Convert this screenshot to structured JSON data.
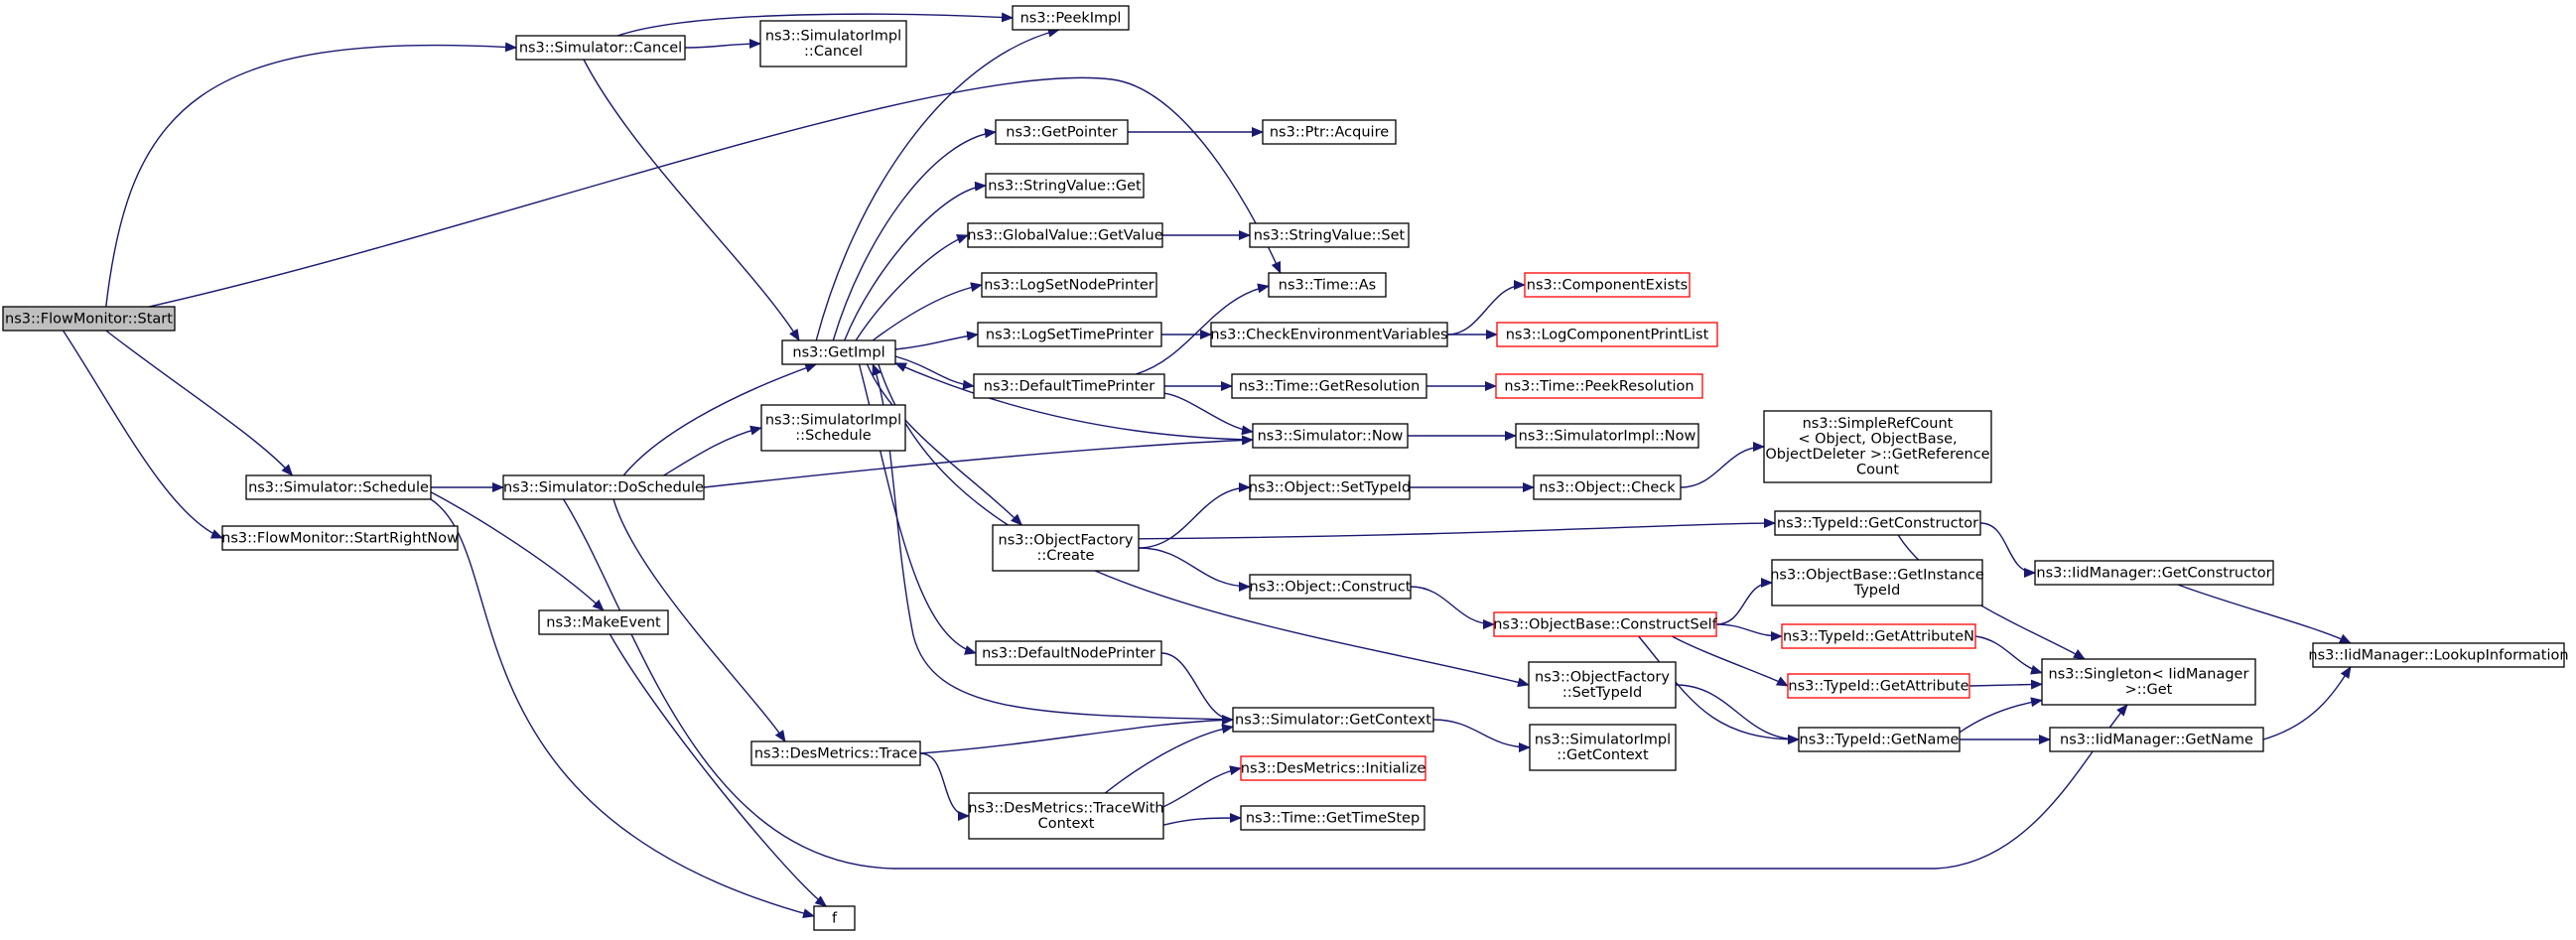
{
  "graph": {
    "nodes": [
      {
        "id": "start",
        "lines": [
          "ns3::FlowMonitor::Start"
        ],
        "style": "root"
      },
      {
        "id": "cancel",
        "lines": [
          "ns3::Simulator::Cancel"
        ]
      },
      {
        "id": "simimplcancel",
        "lines": [
          "ns3::SimulatorImpl",
          "::Cancel"
        ]
      },
      {
        "id": "peekimpl",
        "lines": [
          "ns3::PeekImpl"
        ]
      },
      {
        "id": "getpointer",
        "lines": [
          "ns3::GetPointer"
        ]
      },
      {
        "id": "ptracquire",
        "lines": [
          "ns3::Ptr::Acquire"
        ]
      },
      {
        "id": "stringget",
        "lines": [
          "ns3::StringValue::Get"
        ]
      },
      {
        "id": "globalget",
        "lines": [
          "ns3::GlobalValue::GetValue"
        ]
      },
      {
        "id": "stringset",
        "lines": [
          "ns3::StringValue::Set"
        ]
      },
      {
        "id": "logsetnode",
        "lines": [
          "ns3::LogSetNodePrinter"
        ]
      },
      {
        "id": "timeas",
        "lines": [
          "ns3::Time::As"
        ]
      },
      {
        "id": "compexists",
        "lines": [
          "ns3::ComponentExists"
        ],
        "style": "trunc"
      },
      {
        "id": "getimpl",
        "lines": [
          "ns3::GetImpl"
        ]
      },
      {
        "id": "logsettime",
        "lines": [
          "ns3::LogSetTimePrinter"
        ]
      },
      {
        "id": "checkenv",
        "lines": [
          "ns3::CheckEnvironmentVariables"
        ]
      },
      {
        "id": "logcomp",
        "lines": [
          "ns3::LogComponentPrintList"
        ],
        "style": "trunc"
      },
      {
        "id": "deftime",
        "lines": [
          "ns3::DefaultTimePrinter"
        ]
      },
      {
        "id": "timeres",
        "lines": [
          "ns3::Time::GetResolution"
        ]
      },
      {
        "id": "timepeek",
        "lines": [
          "ns3::Time::PeekResolution"
        ],
        "style": "trunc"
      },
      {
        "id": "simimplsched",
        "lines": [
          "ns3::SimulatorImpl",
          "::Schedule"
        ]
      },
      {
        "id": "simnow",
        "lines": [
          "ns3::Simulator::Now"
        ]
      },
      {
        "id": "simimplnow",
        "lines": [
          "ns3::SimulatorImpl::Now"
        ]
      },
      {
        "id": "simplerefcount",
        "lines": [
          "ns3::SimpleRefCount",
          "< Object, ObjectBase,",
          "ObjectDeleter >::GetReference",
          "Count"
        ]
      },
      {
        "id": "schedule",
        "lines": [
          "ns3::Simulator::Schedule"
        ]
      },
      {
        "id": "doschedule",
        "lines": [
          "ns3::Simulator::DoSchedule"
        ]
      },
      {
        "id": "objsettypeid",
        "lines": [
          "ns3::Object::SetTypeId"
        ]
      },
      {
        "id": "objcheck",
        "lines": [
          "ns3::Object::Check"
        ]
      },
      {
        "id": "startrightnow",
        "lines": [
          "ns3::FlowMonitor::StartRightNow"
        ]
      },
      {
        "id": "objfactcreate",
        "lines": [
          "ns3::ObjectFactory",
          "::Create"
        ]
      },
      {
        "id": "typeidgetctor",
        "lines": [
          "ns3::TypeId::GetConstructor"
        ]
      },
      {
        "id": "iidgetctor",
        "lines": [
          "ns3::IidManager::GetConstructor"
        ]
      },
      {
        "id": "objconstruct",
        "lines": [
          "ns3::Object::Construct"
        ]
      },
      {
        "id": "getinstance",
        "lines": [
          "ns3::ObjectBase::GetInstance",
          "TypeId"
        ]
      },
      {
        "id": "makeevent",
        "lines": [
          "ns3::MakeEvent"
        ]
      },
      {
        "id": "constructself",
        "lines": [
          "ns3::ObjectBase::ConstructSelf"
        ],
        "style": "trunc"
      },
      {
        "id": "getattrn",
        "lines": [
          "ns3::TypeId::GetAttributeN"
        ],
        "style": "trunc"
      },
      {
        "id": "lookupinfo",
        "lines": [
          "ns3::IidManager::LookupInformation"
        ]
      },
      {
        "id": "defnode",
        "lines": [
          "ns3::DefaultNodePrinter"
        ]
      },
      {
        "id": "objfactset",
        "lines": [
          "ns3::ObjectFactory",
          "::SetTypeId"
        ]
      },
      {
        "id": "getattr",
        "lines": [
          "ns3::TypeId::GetAttribute"
        ],
        "style": "trunc"
      },
      {
        "id": "singleton",
        "lines": [
          "ns3::Singleton< IidManager",
          ">::Get"
        ]
      },
      {
        "id": "simgetctx",
        "lines": [
          "ns3::Simulator::GetContext"
        ]
      },
      {
        "id": "simimplctx",
        "lines": [
          "ns3::SimulatorImpl",
          "::GetContext"
        ]
      },
      {
        "id": "typeidgetname",
        "lines": [
          "ns3::TypeId::GetName"
        ]
      },
      {
        "id": "iidgetname",
        "lines": [
          "ns3::IidManager::GetName"
        ]
      },
      {
        "id": "destrace",
        "lines": [
          "ns3::DesMetrics::Trace"
        ]
      },
      {
        "id": "desinit",
        "lines": [
          "ns3::DesMetrics::Initialize"
        ],
        "style": "trunc"
      },
      {
        "id": "destracectx",
        "lines": [
          "ns3::DesMetrics::TraceWith",
          "Context"
        ]
      },
      {
        "id": "timestep",
        "lines": [
          "ns3::Time::GetTimeStep"
        ]
      },
      {
        "id": "f",
        "lines": [
          "f"
        ]
      }
    ],
    "edges": [
      [
        "start",
        "cancel"
      ],
      [
        "start",
        "timeas"
      ],
      [
        "start",
        "schedule"
      ],
      [
        "start",
        "startrightnow"
      ],
      [
        "cancel",
        "simimplcancel"
      ],
      [
        "cancel",
        "peekimpl"
      ],
      [
        "cancel",
        "getimpl"
      ],
      [
        "getimpl",
        "peekimpl"
      ],
      [
        "getimpl",
        "getpointer"
      ],
      [
        "getimpl",
        "stringget"
      ],
      [
        "getimpl",
        "globalget"
      ],
      [
        "getimpl",
        "logsetnode"
      ],
      [
        "getimpl",
        "logsettime"
      ],
      [
        "getimpl",
        "deftime"
      ],
      [
        "getimpl",
        "objfactcreate"
      ],
      [
        "getimpl",
        "defnode"
      ],
      [
        "getimpl",
        "objfactset"
      ],
      [
        "getpointer",
        "ptracquire"
      ],
      [
        "globalget",
        "stringset"
      ],
      [
        "logsettime",
        "checkenv"
      ],
      [
        "checkenv",
        "compexists"
      ],
      [
        "checkenv",
        "logcomp"
      ],
      [
        "deftime",
        "timeas"
      ],
      [
        "deftime",
        "timeres"
      ],
      [
        "deftime",
        "simnow"
      ],
      [
        "timeres",
        "timepeek"
      ],
      [
        "simnow",
        "getimpl"
      ],
      [
        "simnow",
        "simimplnow"
      ],
      [
        "schedule",
        "doschedule"
      ],
      [
        "schedule",
        "makeevent"
      ],
      [
        "schedule",
        "f"
      ],
      [
        "doschedule",
        "getimpl"
      ],
      [
        "doschedule",
        "simimplsched"
      ],
      [
        "doschedule",
        "simnow"
      ],
      [
        "doschedule",
        "destrace"
      ],
      [
        "doschedule",
        "singleton"
      ],
      [
        "objfactcreate",
        "objsettypeid"
      ],
      [
        "objfactcreate",
        "typeidgetctor"
      ],
      [
        "objfactcreate",
        "objconstruct"
      ],
      [
        "objsettypeid",
        "objcheck"
      ],
      [
        "objcheck",
        "simplerefcount"
      ],
      [
        "typeidgetctor",
        "iidgetctor"
      ],
      [
        "typeidgetctor",
        "singleton"
      ],
      [
        "iidgetctor",
        "lookupinfo"
      ],
      [
        "objconstruct",
        "constructself"
      ],
      [
        "constructself",
        "getinstance"
      ],
      [
        "constructself",
        "getattrn"
      ],
      [
        "constructself",
        "getattr"
      ],
      [
        "constructself",
        "typeidgetname"
      ],
      [
        "getattrn",
        "singleton"
      ],
      [
        "getattr",
        "singleton"
      ],
      [
        "makeevent",
        "f"
      ],
      [
        "defnode",
        "simgetctx"
      ],
      [
        "objfactset",
        "typeidgetname"
      ],
      [
        "simgetctx",
        "getimpl"
      ],
      [
        "simgetctx",
        "simimplctx"
      ],
      [
        "typeidgetname",
        "singleton"
      ],
      [
        "typeidgetname",
        "iidgetname"
      ],
      [
        "iidgetname",
        "lookupinfo"
      ],
      [
        "destrace",
        "simgetctx"
      ],
      [
        "destrace",
        "destracectx"
      ],
      [
        "destracectx",
        "simgetctx"
      ],
      [
        "destracectx",
        "desinit"
      ],
      [
        "destracectx",
        "timestep"
      ]
    ]
  }
}
